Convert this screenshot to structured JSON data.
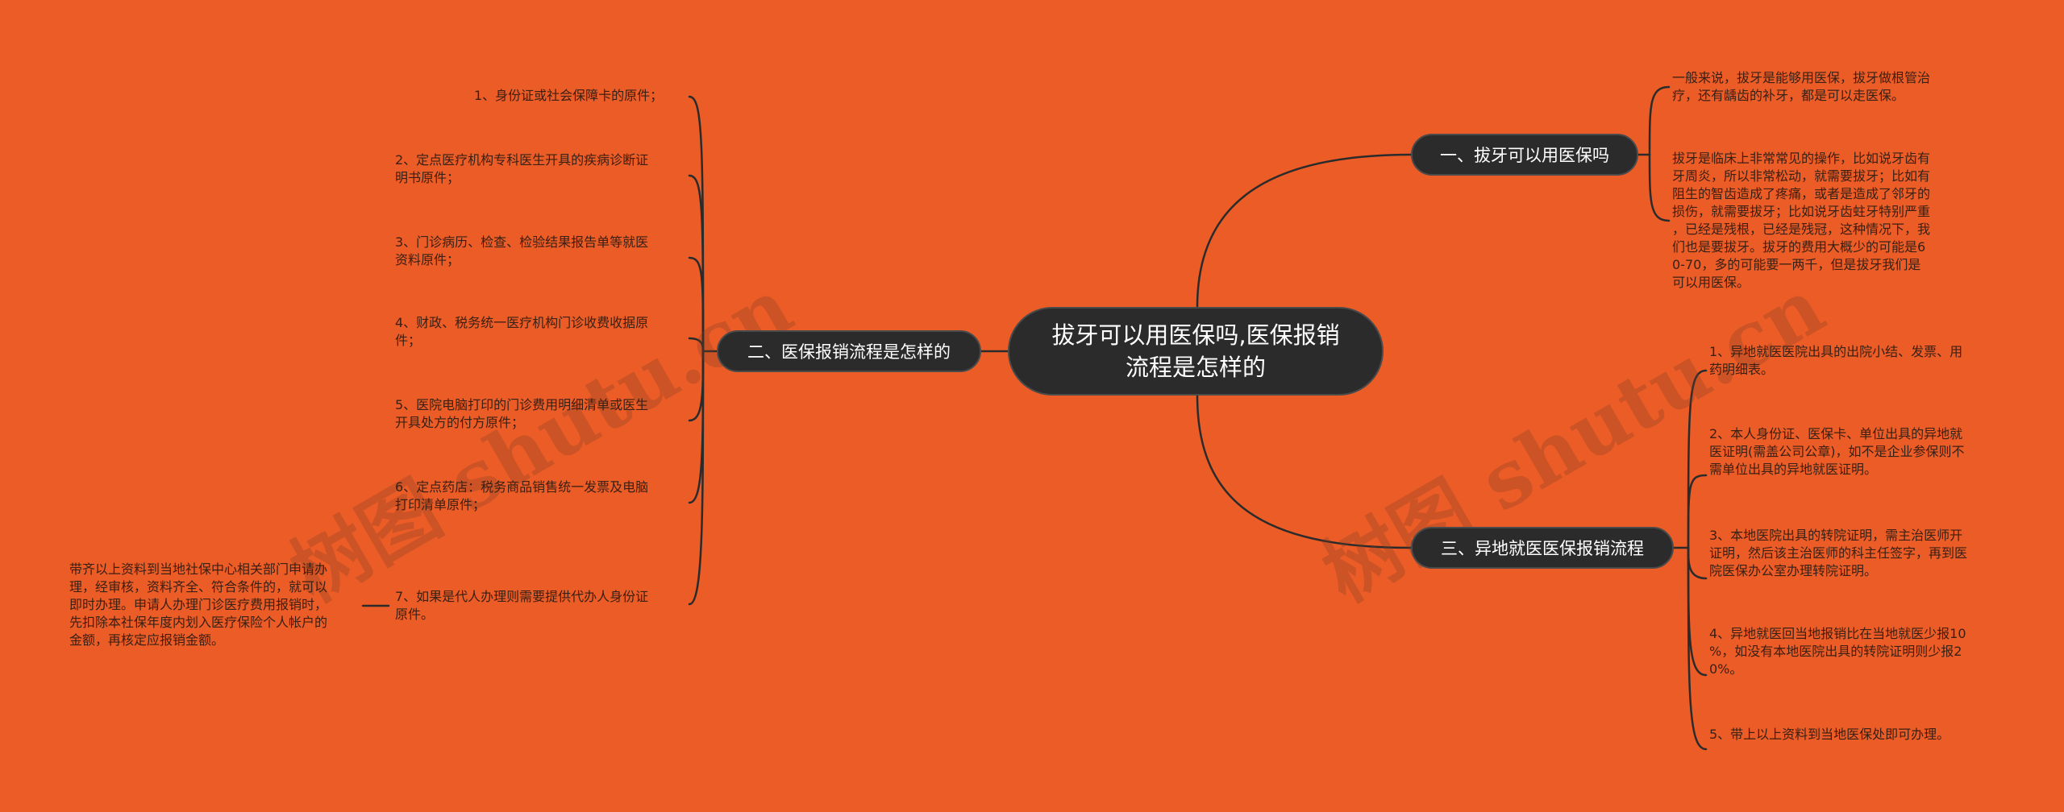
{
  "root": {
    "label": "拔牙可以用医保吗,医保报销流程是怎样的"
  },
  "branches": [
    {
      "label": "一、拔牙可以用医保吗",
      "leaves": [
        "一般来说，拔牙是能够用医保，拔牙做根管治\n疗，还有龋齿的补牙，都是可以走医保。",
        "拔牙是临床上非常常见的操作，比如说牙齿有\n牙周炎，所以非常松动，就需要拔牙；比如有\n阻生的智齿造成了疼痛，或者是造成了邻牙的\n损伤，就需要拔牙；比如说牙齿蛀牙特别严重\n，已经是残根，已经是残冠，这种情况下，我\n们也是要拔牙。拔牙的费用大概少的可能是6\n0-70，多的可能要一两千，但是拔牙我们是\n可以用医保。"
      ]
    },
    {
      "label": "二、医保报销流程是怎样的",
      "leaves": [
        "1、身份证或社会保障卡的原件；",
        "2、定点医疗机构专科医生开具的疾病诊断证\n明书原件；",
        "3、门诊病历、检查、检验结果报告单等就医\n资料原件；",
        "4、财政、税务统一医疗机构门诊收费收据原\n件；",
        "5、医院电脑打印的门诊费用明细清单或医生\n开具处方的付方原件；",
        "6、定点药店：税务商品销售统一发票及电脑\n打印清单原件；",
        "7、如果是代人办理则需要提供代办人身份证\n原件。"
      ],
      "subleaf": "带齐以上资料到当地社保中心相关部门申请办\n理，经审核，资料齐全、符合条件的，就可以\n即时办理。申请人办理门诊医疗费用报销时，\n先扣除本社保年度内划入医疗保险个人帐户的\n金额，再核定应报销金额。"
    },
    {
      "label": "三、异地就医医保报销流程",
      "leaves": [
        "1、异地就医医院出具的出院小结、发票、用\n药明细表。",
        "2、本人身份证、医保卡、单位出具的异地就\n医证明(需盖公司公章)，如不是企业参保则不\n需单位出具的异地就医证明。",
        "3、本地医院出具的转院证明，需主治医师开\n证明，然后该主治医师的科主任签字，再到医\n院医保办公室办理转院证明。",
        "4、异地就医回当地报销比在当地就医少报10\n%，如没有本地医院出具的转院证明则少报2\n0%。",
        "5、带上以上资料到当地医保处即可办理。"
      ]
    }
  ],
  "watermarks": [
    "树图 shutu.cn",
    "树图 shutu.cn"
  ],
  "colors": {
    "background": "#ec5c26",
    "node": "#2b2b2b",
    "line": "#2b2b2b",
    "text": "#3a2014"
  }
}
